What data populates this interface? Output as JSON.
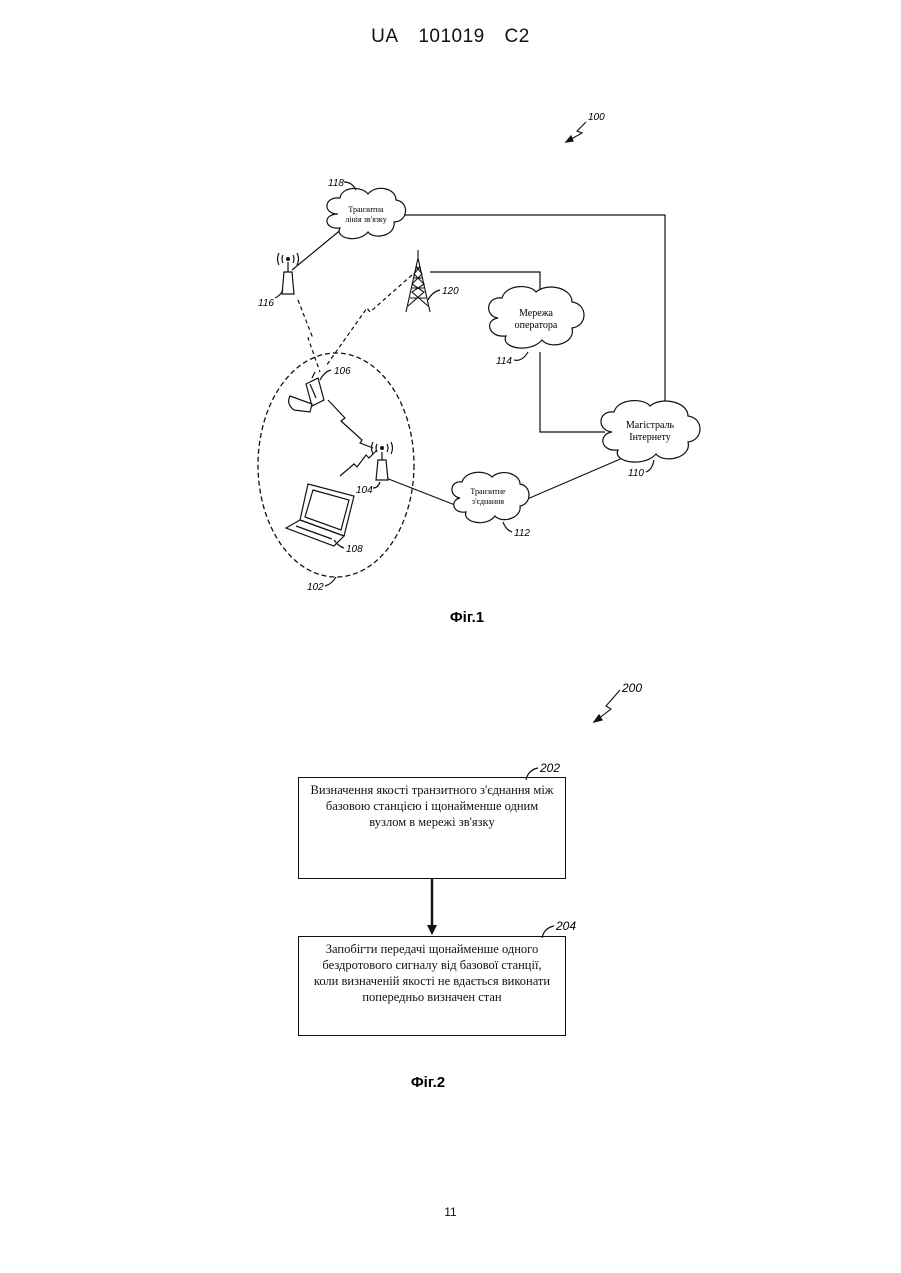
{
  "header": {
    "country": "UA",
    "number": "101019",
    "kind": "C2"
  },
  "fig1": {
    "ref_main": "100",
    "caption": "Фіг.1",
    "transit_link": {
      "ref": "118",
      "line1": "Транзитна",
      "line2": "лінія зв'язку"
    },
    "operator_net": {
      "ref": "114",
      "line1": "Мережа",
      "line2": "оператора"
    },
    "backbone": {
      "ref": "110",
      "line1": "Магістраль",
      "line2": "Інтернету"
    },
    "transit_conn": {
      "ref": "112",
      "line1": "Транзитне",
      "line2": "з'єднання"
    },
    "refs": {
      "ap_left": "116",
      "tower": "120",
      "phone": "106",
      "ap_small": "104",
      "laptop": "108",
      "cell_area": "102"
    }
  },
  "fig2": {
    "ref_main": "200",
    "caption": "Фіг.2",
    "step1": {
      "ref": "202",
      "text": "Визначення якості транзитного з'єднання між базовою станцією і щонайменше одним вузлом в мережі зв'язку"
    },
    "step2": {
      "ref": "204",
      "text": "Запобігти передачі щонайменше одного бездротового сигналу від базової станції, коли визначеній якості не вдається виконати попередньо визначен стан"
    }
  },
  "page_number": "11"
}
